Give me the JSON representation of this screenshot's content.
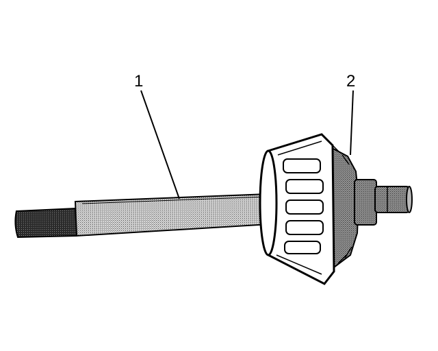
{
  "callouts": [
    {
      "label": "1",
      "part": "shaft"
    },
    {
      "label": "2",
      "part": "bearing-cone"
    }
  ],
  "colors": {
    "ink": "#000000",
    "background": "#ffffff",
    "shaft_fill": "#bdbdbd",
    "knurl_fill": "#3c3c3c",
    "bearing_fill": "#ffffff",
    "race_fill": "#9a9a9a"
  },
  "icons": [
    "shaft-illustration",
    "tapered-roller-bearing-illustration"
  ]
}
